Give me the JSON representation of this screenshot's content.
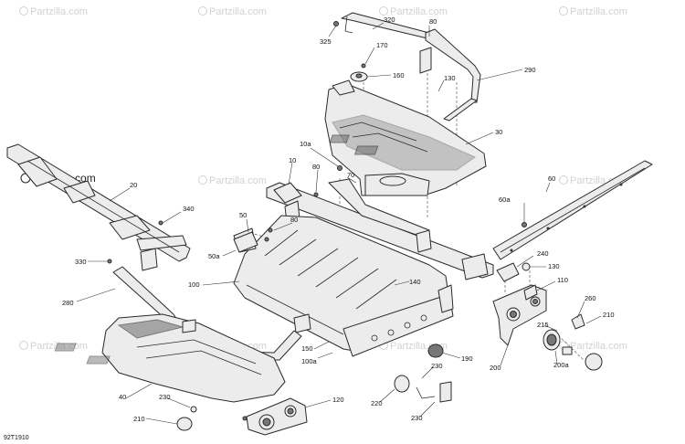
{
  "watermark": {
    "text": "Partzilla.com",
    "primary_text": "Partzilla.com"
  },
  "diagram_code": "92T1910",
  "callouts": [
    {
      "id": "c325",
      "label": "325"
    },
    {
      "id": "c320",
      "label": "320"
    },
    {
      "id": "c80a",
      "label": "80"
    },
    {
      "id": "c170",
      "label": "170"
    },
    {
      "id": "c160",
      "label": "160"
    },
    {
      "id": "c290",
      "label": "290"
    },
    {
      "id": "c130a",
      "label": "130"
    },
    {
      "id": "c30",
      "label": "30"
    },
    {
      "id": "c10a",
      "label": "10a"
    },
    {
      "id": "c10",
      "label": "10"
    },
    {
      "id": "c80b",
      "label": "80"
    },
    {
      "id": "c70",
      "label": "70"
    },
    {
      "id": "c60",
      "label": "60"
    },
    {
      "id": "c60a",
      "label": "60a"
    },
    {
      "id": "c20",
      "label": "20"
    },
    {
      "id": "c340",
      "label": "340"
    },
    {
      "id": "c50",
      "label": "50"
    },
    {
      "id": "c80c",
      "label": "80"
    },
    {
      "id": "c50a",
      "label": "50a"
    },
    {
      "id": "c330",
      "label": "330"
    },
    {
      "id": "c240",
      "label": "240"
    },
    {
      "id": "c130b",
      "label": "130"
    },
    {
      "id": "c110",
      "label": "110"
    },
    {
      "id": "c280",
      "label": "280"
    },
    {
      "id": "c100",
      "label": "100"
    },
    {
      "id": "c140",
      "label": "140"
    },
    {
      "id": "c260",
      "label": "260"
    },
    {
      "id": "c215",
      "label": "215"
    },
    {
      "id": "c210a",
      "label": "210"
    },
    {
      "id": "c150",
      "label": "150"
    },
    {
      "id": "c100a",
      "label": "100a"
    },
    {
      "id": "c190",
      "label": "190"
    },
    {
      "id": "c200a",
      "label": "200a"
    },
    {
      "id": "c200",
      "label": "200"
    },
    {
      "id": "c230a",
      "label": "230"
    },
    {
      "id": "c40",
      "label": "40"
    },
    {
      "id": "c230b",
      "label": "230"
    },
    {
      "id": "c120",
      "label": "120"
    },
    {
      "id": "c220",
      "label": "220"
    },
    {
      "id": "c210b",
      "label": "210"
    },
    {
      "id": "c230c",
      "label": "230"
    }
  ],
  "icons": {
    "watermark_logo": "copyright-circle-icon"
  }
}
